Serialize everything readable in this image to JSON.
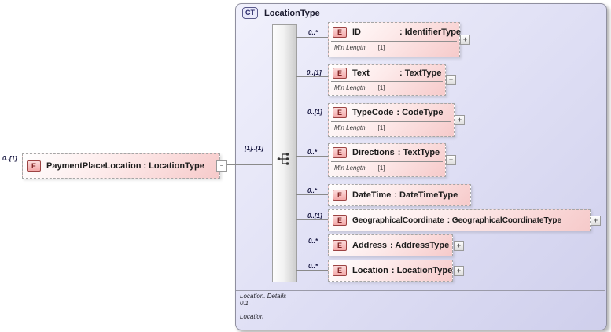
{
  "colors": {
    "container_bg": "#dedef4",
    "container_border": "#8f8f9f",
    "element_fill": "#f6caca",
    "element_border": "#a6a6a6",
    "element_badge_bg": "#f3a8a8",
    "element_badge_border": "#9c4242",
    "ct_badge_text": "#2a2a6a",
    "connector": "#8a8a8a",
    "cardinality_text": "#15153f"
  },
  "root": {
    "cardinality": "0..[1]",
    "badge": "E",
    "label": "PaymentPlaceLocation : LocationType"
  },
  "ct": {
    "badge": "CT",
    "title": "LocationType",
    "group_cardinality": "[1]..[1]",
    "children": [
      {
        "cardinality": "0..*",
        "badge": "E",
        "name": "ID",
        "type_label": ": IdentifierType",
        "facet_name": "Min Length",
        "facet_value": "[1]"
      },
      {
        "cardinality": "0..[1]",
        "badge": "E",
        "name": "Text",
        "type_label": ": TextType",
        "facet_name": "Min Length",
        "facet_value": "[1]"
      },
      {
        "cardinality": "0..[1]",
        "badge": "E",
        "name": "TypeCode",
        "type_label": ": CodeType",
        "facet_name": "Min Length",
        "facet_value": "[1]"
      },
      {
        "cardinality": "0..*",
        "badge": "E",
        "name": "Directions",
        "type_label": ": TextType",
        "facet_name": "Min Length",
        "facet_value": "[1]"
      },
      {
        "cardinality": "0..*",
        "badge": "E",
        "name": "DateTime",
        "type_label": ": DateTimeType"
      },
      {
        "cardinality": "0..[1]",
        "badge": "E",
        "name": "GeographicalCoordinate",
        "type_label": ": GeographicalCoordinateType"
      },
      {
        "cardinality": "0..*",
        "badge": "E",
        "name": "Address",
        "type_label": ": AddressType"
      },
      {
        "cardinality": "0..*",
        "badge": "E",
        "name": "Location",
        "type_label": ": LocationType"
      }
    ],
    "footer": {
      "line1": "Location. Details",
      "line2": "0.1",
      "line3": "Location"
    }
  },
  "icons": {
    "plus_icon": "+",
    "minus_icon": "−",
    "sequence_icon": "sequence-connector"
  }
}
